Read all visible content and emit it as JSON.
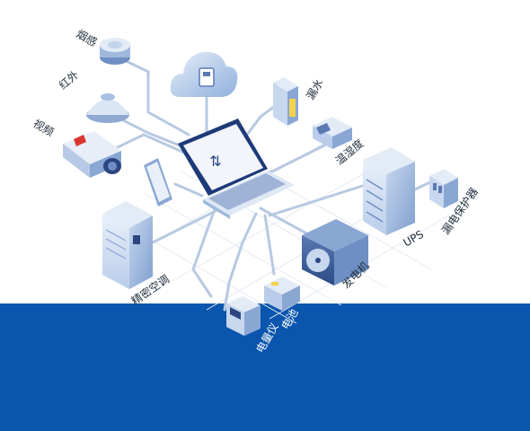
{
  "diagram": {
    "colors": {
      "band": "#0a55ad",
      "link": "#b7c9e2",
      "device_light": "#e3ebf6",
      "device_mid": "#9fb9dc",
      "device_dark": "#3c5a96",
      "accent_red": "#d9342b",
      "accent_green": "#7cc16a",
      "accent_yellow": "#f3d34a"
    },
    "nodes": {
      "smoke": {
        "label": "烟感",
        "icon": "smoke-detector-icon"
      },
      "infrared": {
        "label": "红外",
        "icon": "infrared-sensor-icon"
      },
      "video": {
        "label": "视频",
        "icon": "camera-icon"
      },
      "water_leak": {
        "label": "漏水",
        "icon": "water-leak-sensor-icon"
      },
      "temp_humidity": {
        "label": "温湿度",
        "icon": "thermo-hygrometer-icon"
      },
      "ups": {
        "label": "UPS",
        "icon": "ups-cabinet-icon"
      },
      "leakage_protector": {
        "label": "漏电保护器",
        "icon": "circuit-breaker-icon"
      },
      "precision_ac": {
        "label": "精密空调",
        "icon": "precision-ac-icon"
      },
      "generator": {
        "label": "发电机",
        "icon": "generator-icon"
      },
      "battery": {
        "label": "电池",
        "icon": "battery-icon"
      },
      "power_meter": {
        "label": "电量仪",
        "icon": "power-meter-icon"
      },
      "cloud": {
        "icon": "cloud-storage-icon"
      },
      "laptop": {
        "icon": "laptop-icon"
      },
      "phone": {
        "icon": "smartphone-icon"
      }
    }
  }
}
